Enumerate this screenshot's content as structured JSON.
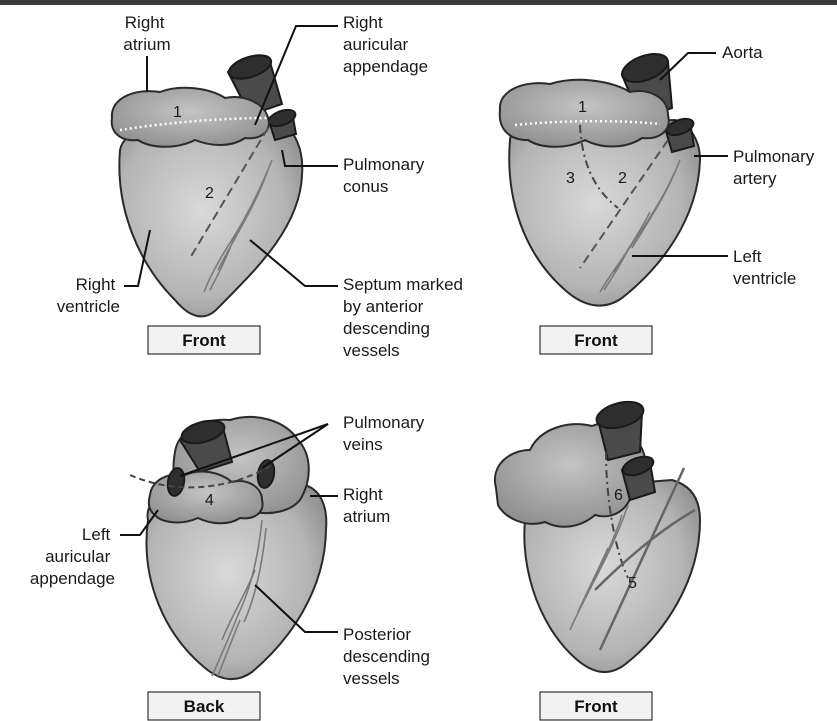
{
  "panels": {
    "top_left": {
      "caption": "Front",
      "labels": {
        "right_atrium": [
          "Right",
          "atrium"
        ],
        "right_auricular_appendage": [
          "Right",
          "auricular",
          "appendage"
        ],
        "pulmonary_conus": [
          "Pulmonary",
          "conus"
        ],
        "right_ventricle": [
          "Right",
          "ventricle"
        ],
        "septum": [
          "Septum marked",
          "by anterior",
          "descending",
          "vessels"
        ]
      },
      "numbers": [
        "1",
        "2"
      ]
    },
    "top_right": {
      "caption": "Front",
      "labels": {
        "aorta": [
          "Aorta"
        ],
        "pulmonary_artery": [
          "Pulmonary",
          "artery"
        ],
        "left_ventricle": [
          "Left",
          "ventricle"
        ]
      },
      "numbers": [
        "1",
        "3",
        "2"
      ]
    },
    "bottom_left": {
      "caption": "Back",
      "labels": {
        "pulmonary_veins": [
          "Pulmonary",
          "veins"
        ],
        "right_atrium": [
          "Right",
          "atrium"
        ],
        "left_auricular_appendage": [
          "Left",
          "auricular",
          "appendage"
        ],
        "posterior_descending": [
          "Posterior",
          "descending",
          "vessels"
        ]
      },
      "numbers": [
        "4"
      ]
    },
    "bottom_right": {
      "caption": "Front",
      "numbers": [
        "6",
        "5"
      ]
    }
  }
}
